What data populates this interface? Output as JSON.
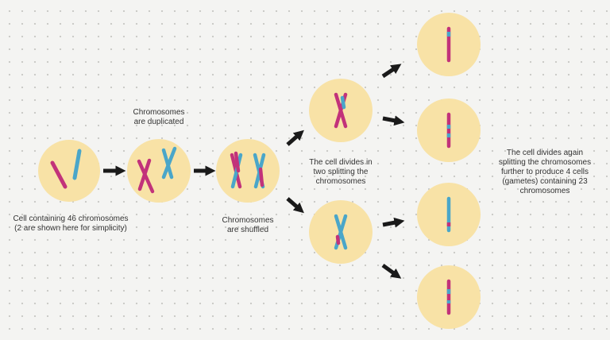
{
  "colors": {
    "cell_fill": "#f8e2a6",
    "maternal_chromosome": "#c2327a",
    "paternal_chromosome": "#4aa6c9",
    "arrow": "#1a1a1a",
    "background": "#f4f4f2"
  },
  "labels": {
    "initial_cell": "Cell containing 46 chromosomes\n(2 are shown here for simplicity)",
    "duplicated": "Chromosomes\nare duplicated",
    "shuffled": "Chromosomes\nare shuffled",
    "first_division": "The cell divides in\ntwo splitting the\nchromosomes",
    "second_division": "The cell divides again\nsplitting the chromosomes\nfurther to produce 4 cells\n(gametes) containing 23\nchromosomes"
  }
}
